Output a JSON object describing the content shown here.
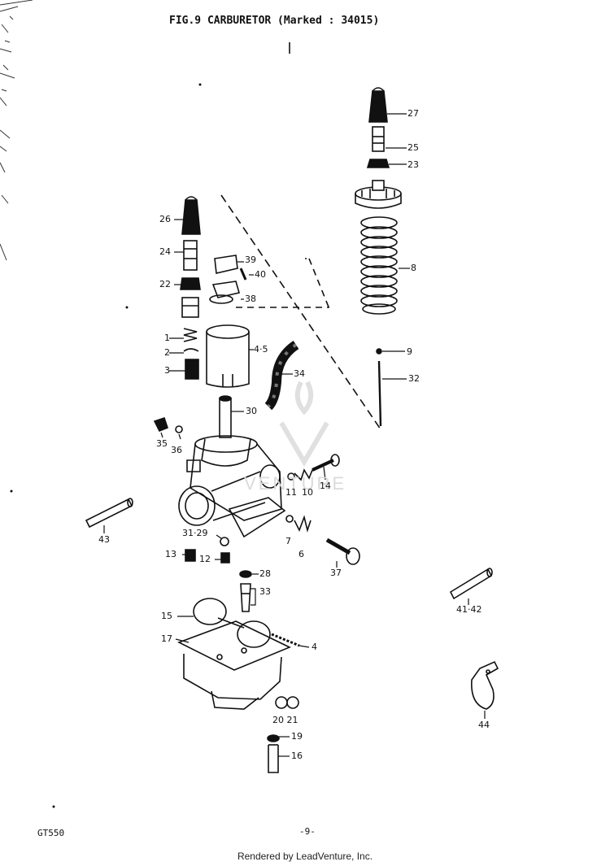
{
  "title": "FIG.9  CARBURETOR (Marked : 34015)",
  "model": "GT550",
  "page_number": "-9-",
  "footer": "Rendered by LeadVenture, Inc.",
  "watermark": "VENTURE",
  "labels": {
    "l27": "27",
    "l25": "25",
    "l23": "23",
    "l8": "8",
    "l9": "9",
    "l32": "32",
    "l26": "26",
    "l24": "24",
    "l22": "22",
    "l39": "39",
    "l40": "40",
    "l38": "38",
    "l1": "1",
    "l2": "2",
    "l3": "3",
    "l45": "4·5",
    "l34": "34",
    "l30": "30",
    "l35": "35",
    "l36": "36",
    "l11": "11",
    "l10": "10",
    "l14": "14",
    "l43": "43",
    "l3129": "31·29",
    "l7": "7",
    "l6": "6",
    "l13": "13",
    "l12": "12",
    "l37": "37",
    "l28": "28",
    "l33": "33",
    "l4142": "41·42",
    "l15": "15",
    "l17": "17",
    "l4": "4",
    "l2021": "20 21",
    "l19": "19",
    "l16": "16",
    "l44": "44"
  }
}
